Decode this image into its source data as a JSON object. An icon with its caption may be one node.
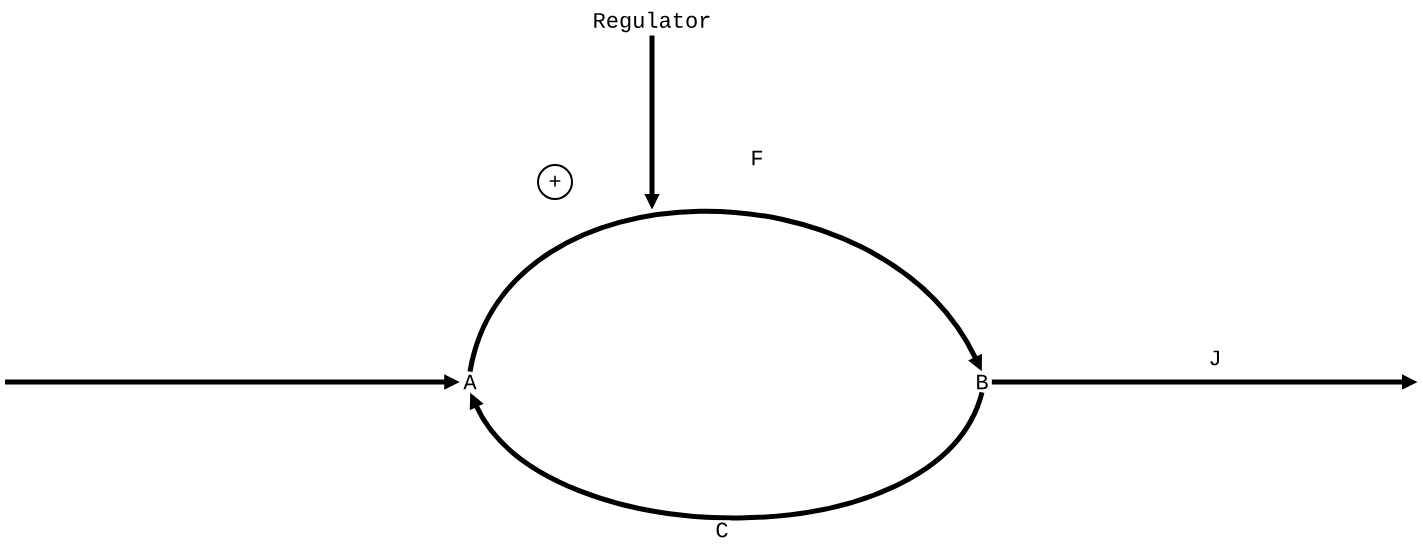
{
  "diagram": {
    "nodes": [
      {
        "text": [
          "Regulator"
        ]
      },
      {
        "text": [
          "A"
        ]
      },
      {
        "text": [
          "B"
        ]
      },
      {
        "text": [
          "+"
        ]
      }
    ],
    "edges": [
      {
        "from": null,
        "to": 1,
        "arrow": "to"
      },
      {
        "from": 1,
        "to": 2,
        "arrow": "to",
        "label": "F"
      },
      {
        "from": 2,
        "to": 1,
        "arrow": "to",
        "label": "C"
      },
      {
        "from": 2,
        "to": null,
        "arrow": "to",
        "label": "J"
      },
      {
        "from": 0,
        "to": null,
        "arrow": "to"
      }
    ]
  }
}
